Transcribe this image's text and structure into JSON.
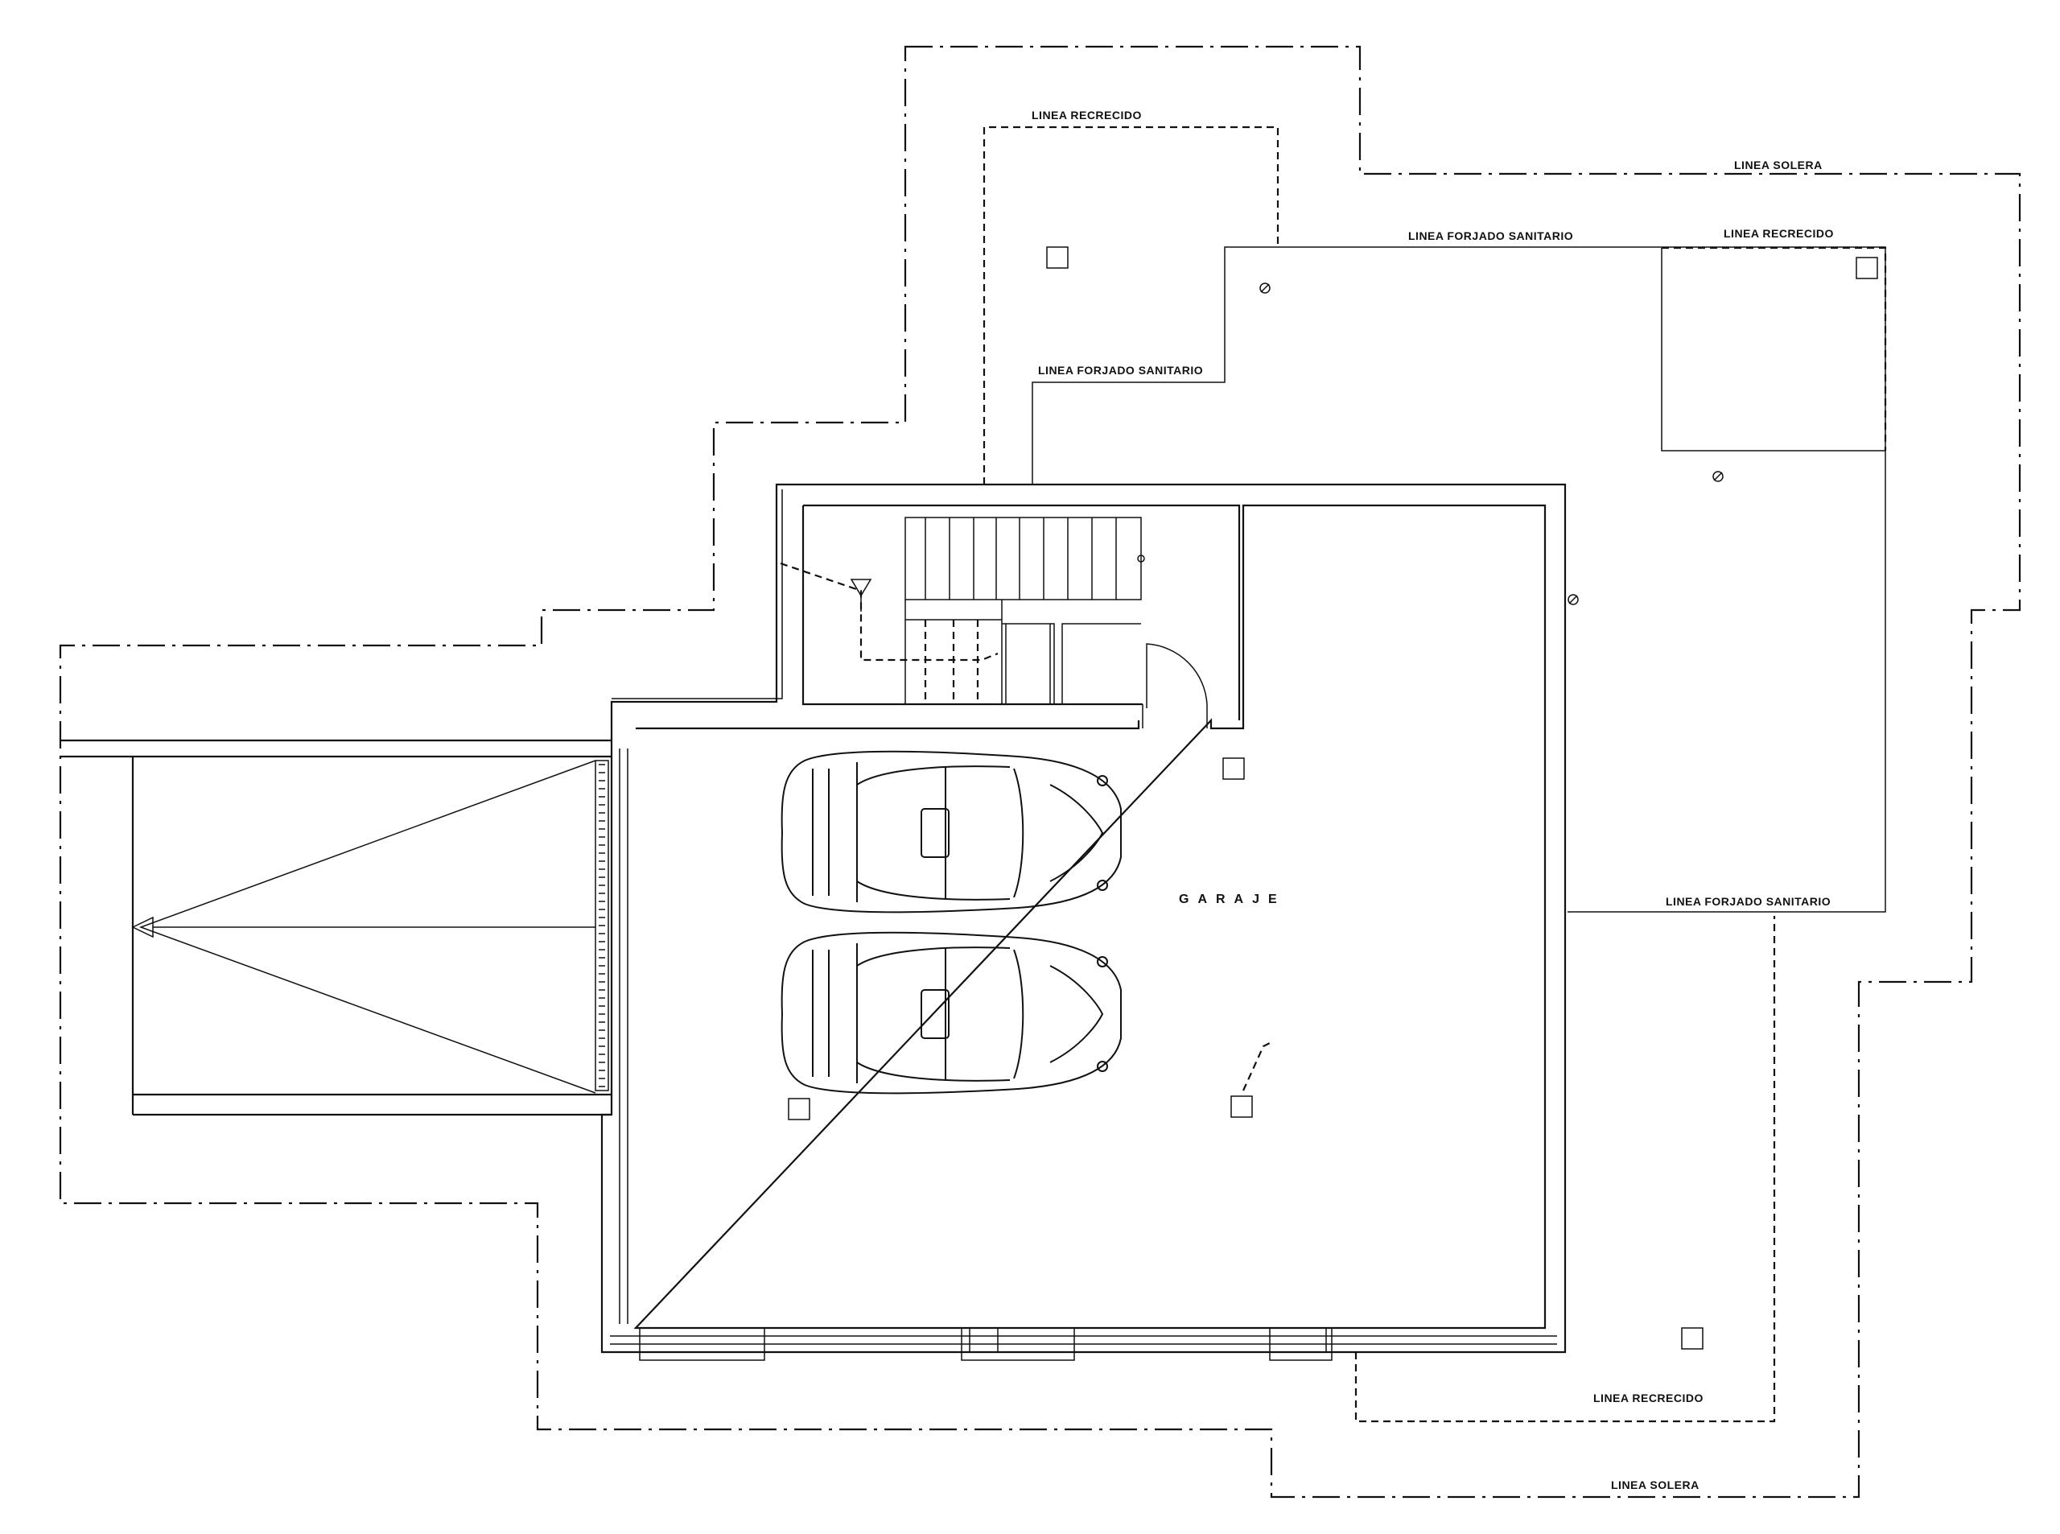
{
  "plan": {
    "labels": {
      "linea_recrecido_top": "LINEA RECRECIDO",
      "linea_solera_top": "LINEA SOLERA",
      "linea_forjado_sanitario_top": "LINEA FORJADO SANITARIO",
      "linea_recrecido_right": "LINEA RECRECIDO",
      "linea_forjado_sanitario_left": "LINEA FORJADO SANITARIO",
      "linea_forjado_sanitario_right": "LINEA FORJADO SANITARIO",
      "linea_recrecido_bottom": "LINEA RECRECIDO",
      "linea_solera_bottom": "LINEA SOLERA"
    },
    "room_label": "GARAJE",
    "parked_cars": 2,
    "stair_steps": 9
  }
}
